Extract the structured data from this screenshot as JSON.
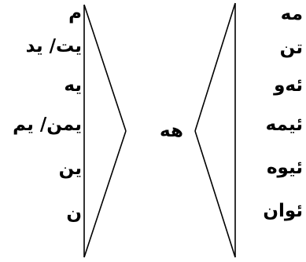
{
  "diagram": {
    "left_column": [
      "م",
      "يت/ يد",
      "يه",
      "يمن/ يم",
      "ين",
      "ن"
    ],
    "center_label": "هه",
    "right_column": [
      "مه",
      "تن",
      "ئه‌و",
      "ئيمه",
      "ئيوه",
      "ئوان"
    ]
  }
}
